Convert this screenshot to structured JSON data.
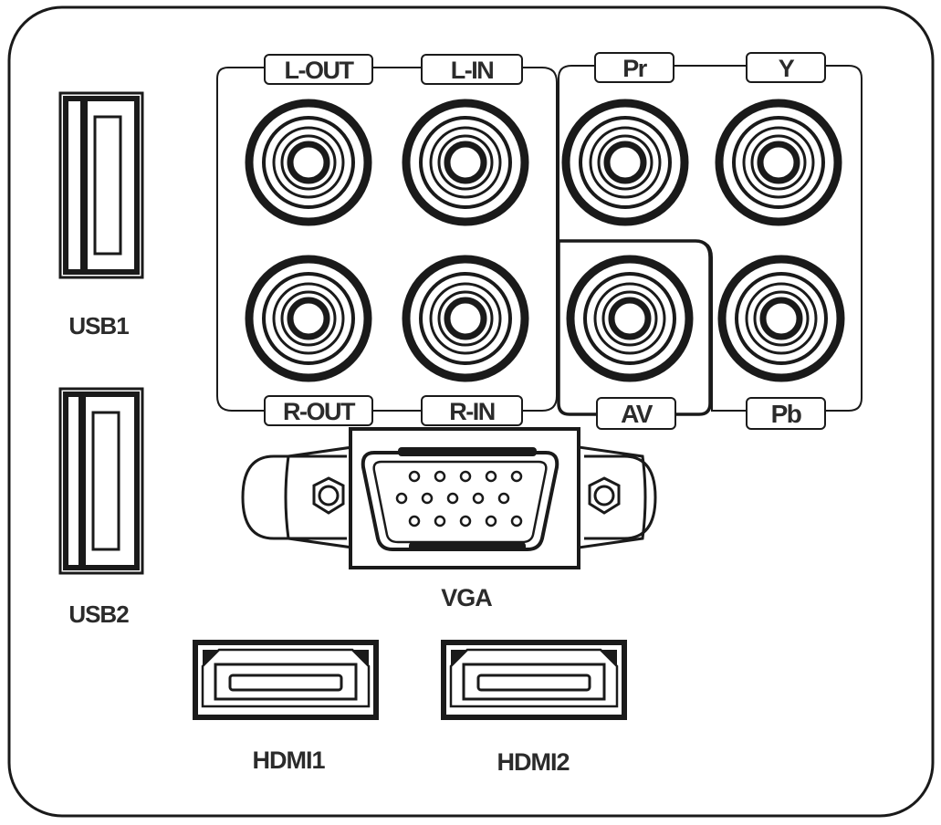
{
  "colors": {
    "stroke": "#1a1a1a",
    "label_text": "#2b2b2b",
    "background": "#ffffff"
  },
  "usb_ports": [
    {
      "label": "USB1"
    },
    {
      "label": "USB2"
    }
  ],
  "audio_group": {
    "top_labels": [
      "L-OUT",
      "L-IN"
    ],
    "bottom_labels": [
      "R-OUT",
      "R-IN"
    ]
  },
  "component_group": {
    "top_labels": [
      "Pr",
      "Y"
    ],
    "av_label": "AV",
    "pb_label": "Pb"
  },
  "vga": {
    "label": "VGA"
  },
  "hdmi_ports": [
    {
      "label": "HDMI1"
    },
    {
      "label": "HDMI2"
    }
  ]
}
